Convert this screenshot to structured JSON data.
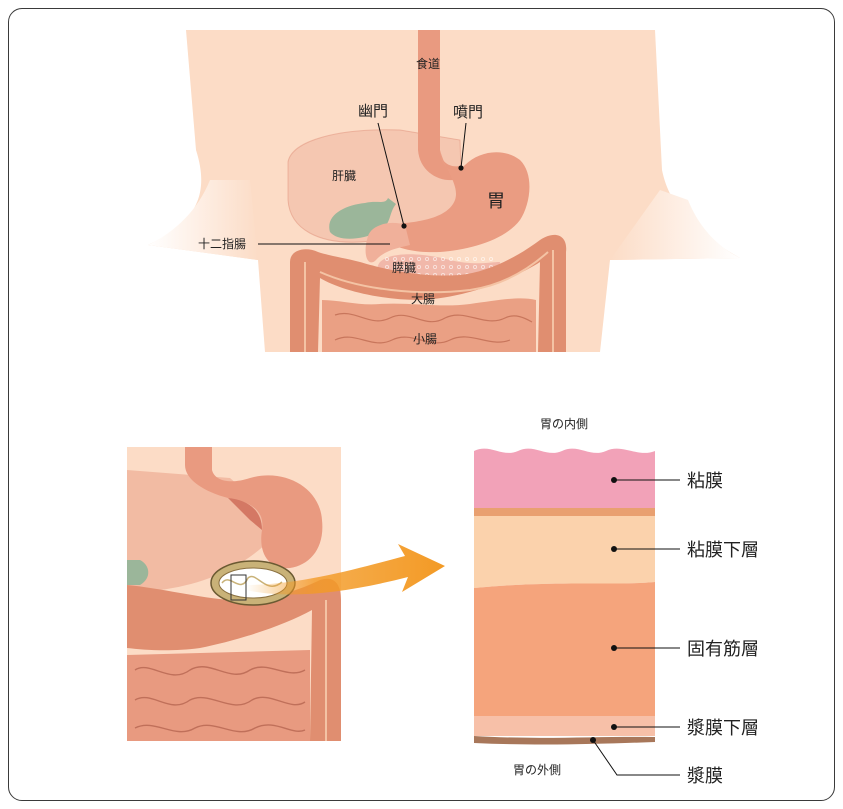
{
  "anatomy_labels": {
    "esophagus": "食道",
    "pylorus": "幽門",
    "cardia": "噴門",
    "liver": "肝臓",
    "stomach": "胃",
    "duodenum": "十二指腸",
    "pancreas": "膵臓",
    "large_intestine": "大腸",
    "small_intestine": "小腸"
  },
  "wall_labels": {
    "inner_side": "胃の内側",
    "outer_side": "胃の外側",
    "mucosa": "粘膜",
    "submucosa": "粘膜下層",
    "muscularis": "固有筋層",
    "subserosa": "漿膜下層",
    "serosa": "漿膜"
  },
  "colors": {
    "skin": "#fcdcc6",
    "organ": "#e99a80",
    "intestine": "#e08e70",
    "gallbladder": "#9bb69a",
    "mucosa": "#f2a2b8",
    "submucosa": "#fbd2ac",
    "muscularis": "#f5a47c",
    "subserosa": "#f7c0a8",
    "serosa": "#a8775a",
    "arrow": "#f39a25"
  }
}
